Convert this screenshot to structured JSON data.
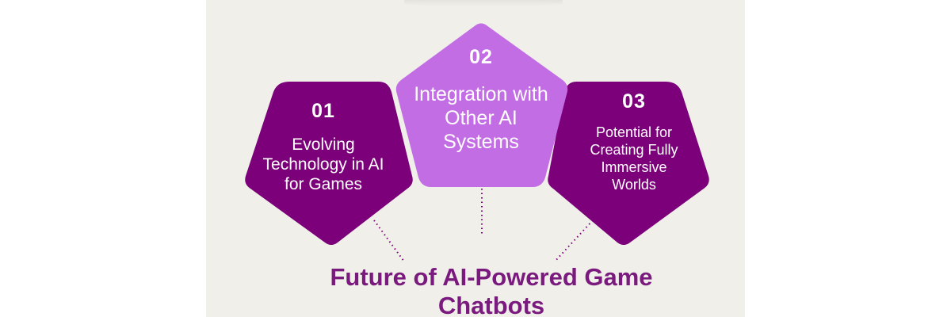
{
  "colors": {
    "background": "#f0efe9",
    "dark_purple": "#7b0079",
    "light_purple": "#c36de4",
    "title_color": "#7a1a7e"
  },
  "items": [
    {
      "number": "01",
      "text": "Evolving Technology in AI for Games"
    },
    {
      "number": "02",
      "text": "Integration with Other AI Systems"
    },
    {
      "number": "03",
      "text": "Potential for Creating Fully Immersive Worlds"
    }
  ],
  "title": "Future of AI-Powered Game Chatbots"
}
